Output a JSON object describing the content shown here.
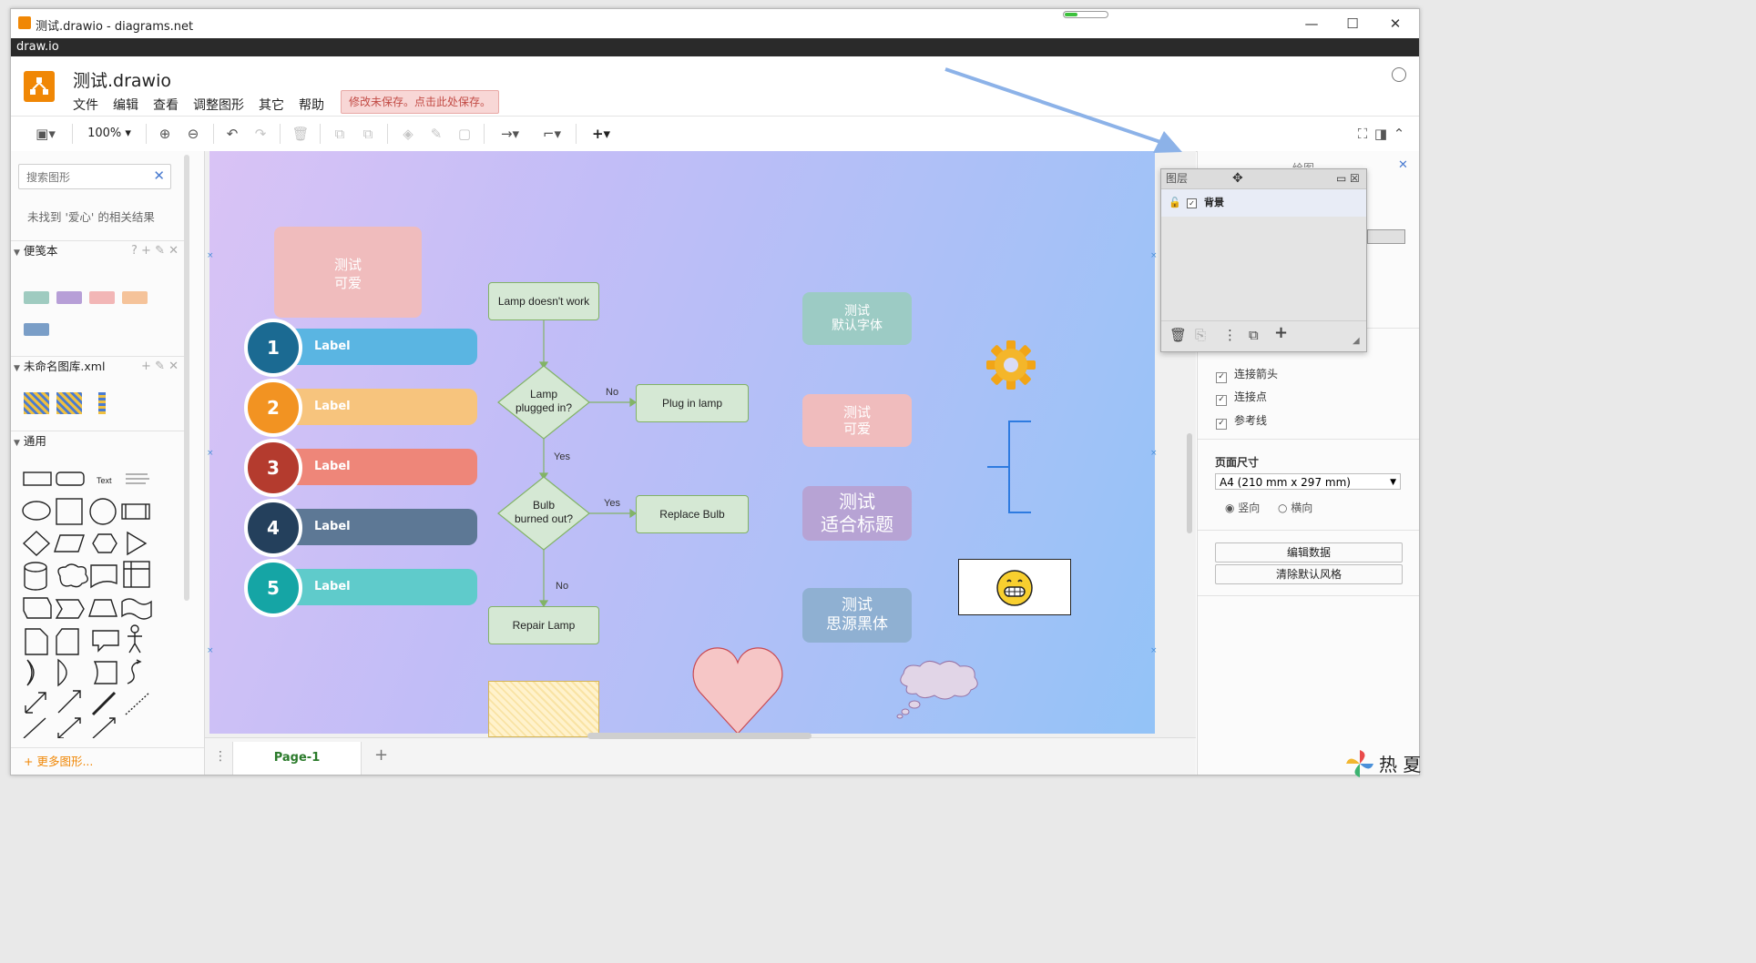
{
  "window": {
    "title": "测试.drawio - diagrams.net",
    "app_bar": "draw.io",
    "minimize": "—",
    "maximize": "☐",
    "close": "✕"
  },
  "header": {
    "filename": "测试.drawio",
    "menus": [
      "文件",
      "编辑",
      "查看",
      "调整图形",
      "其它",
      "帮助"
    ],
    "unsaved": "修改未保存。点击此处保存。"
  },
  "toolbar": {
    "zoom": "100%"
  },
  "sidebar": {
    "search_placeholder": "搜索图形",
    "no_result": "未找到 '爱心' 的相关结果",
    "sections": [
      {
        "label": "便笺本",
        "actions": "? + ✎ ✕"
      },
      {
        "label": "未命名图库.xml",
        "actions": "+ ✎ ✕"
      },
      {
        "label": "通用"
      }
    ],
    "shape_text": "Text",
    "more_shapes": "+ 更多图形..."
  },
  "diagram": {
    "tag_top": "测试\n可爱",
    "numbered": [
      {
        "num": "1",
        "label": "Label",
        "circle_color": "#1b6a92",
        "bar_color": "#5ab5e2"
      },
      {
        "num": "2",
        "label": "Label",
        "circle_color": "#f29322",
        "bar_color": "#f7c47d"
      },
      {
        "num": "3",
        "label": "Label",
        "circle_color": "#b43b2e",
        "bar_color": "#ee8679"
      },
      {
        "num": "4",
        "label": "Label",
        "circle_color": "#24405c",
        "bar_color": "#5d7895"
      },
      {
        "num": "5",
        "label": "Label",
        "circle_color": "#15a5a5",
        "bar_color": "#5fcbcb"
      }
    ],
    "flowchart": {
      "start": "Lamp doesn't work",
      "q1": "Lamp\nplugged in?",
      "q1_no": "No",
      "q1_yes": "Yes",
      "plug": "Plug in lamp",
      "q2": "Bulb\nburned out?",
      "q2_yes": "Yes",
      "q2_no": "No",
      "replace": "Replace Bulb",
      "repair": "Repair Lamp"
    },
    "tags": [
      {
        "text": "测试\n默认字体",
        "color": "#9ccbc4"
      },
      {
        "text": "测试\n可爱",
        "color": "#f0bcbd"
      },
      {
        "text": "测试\n适合标题",
        "color": "#b7a3d4"
      },
      {
        "text": "测试\n思源黑体",
        "color": "#8fb0d2"
      }
    ]
  },
  "page_tab": "Page-1",
  "layers_panel": {
    "title": "图层",
    "layer_name": "背景"
  },
  "right_panel": {
    "title": "绘图",
    "options": [
      "连接箭头",
      "连接点",
      "参考线"
    ],
    "page_size_label": "页面尺寸",
    "page_size_value": "A4 (210 mm x 297 mm)",
    "orientation": [
      "竖向",
      "横向"
    ],
    "edit_data": "编辑数据",
    "clear_style": "清除默认风格"
  },
  "watermark": "热 夏"
}
